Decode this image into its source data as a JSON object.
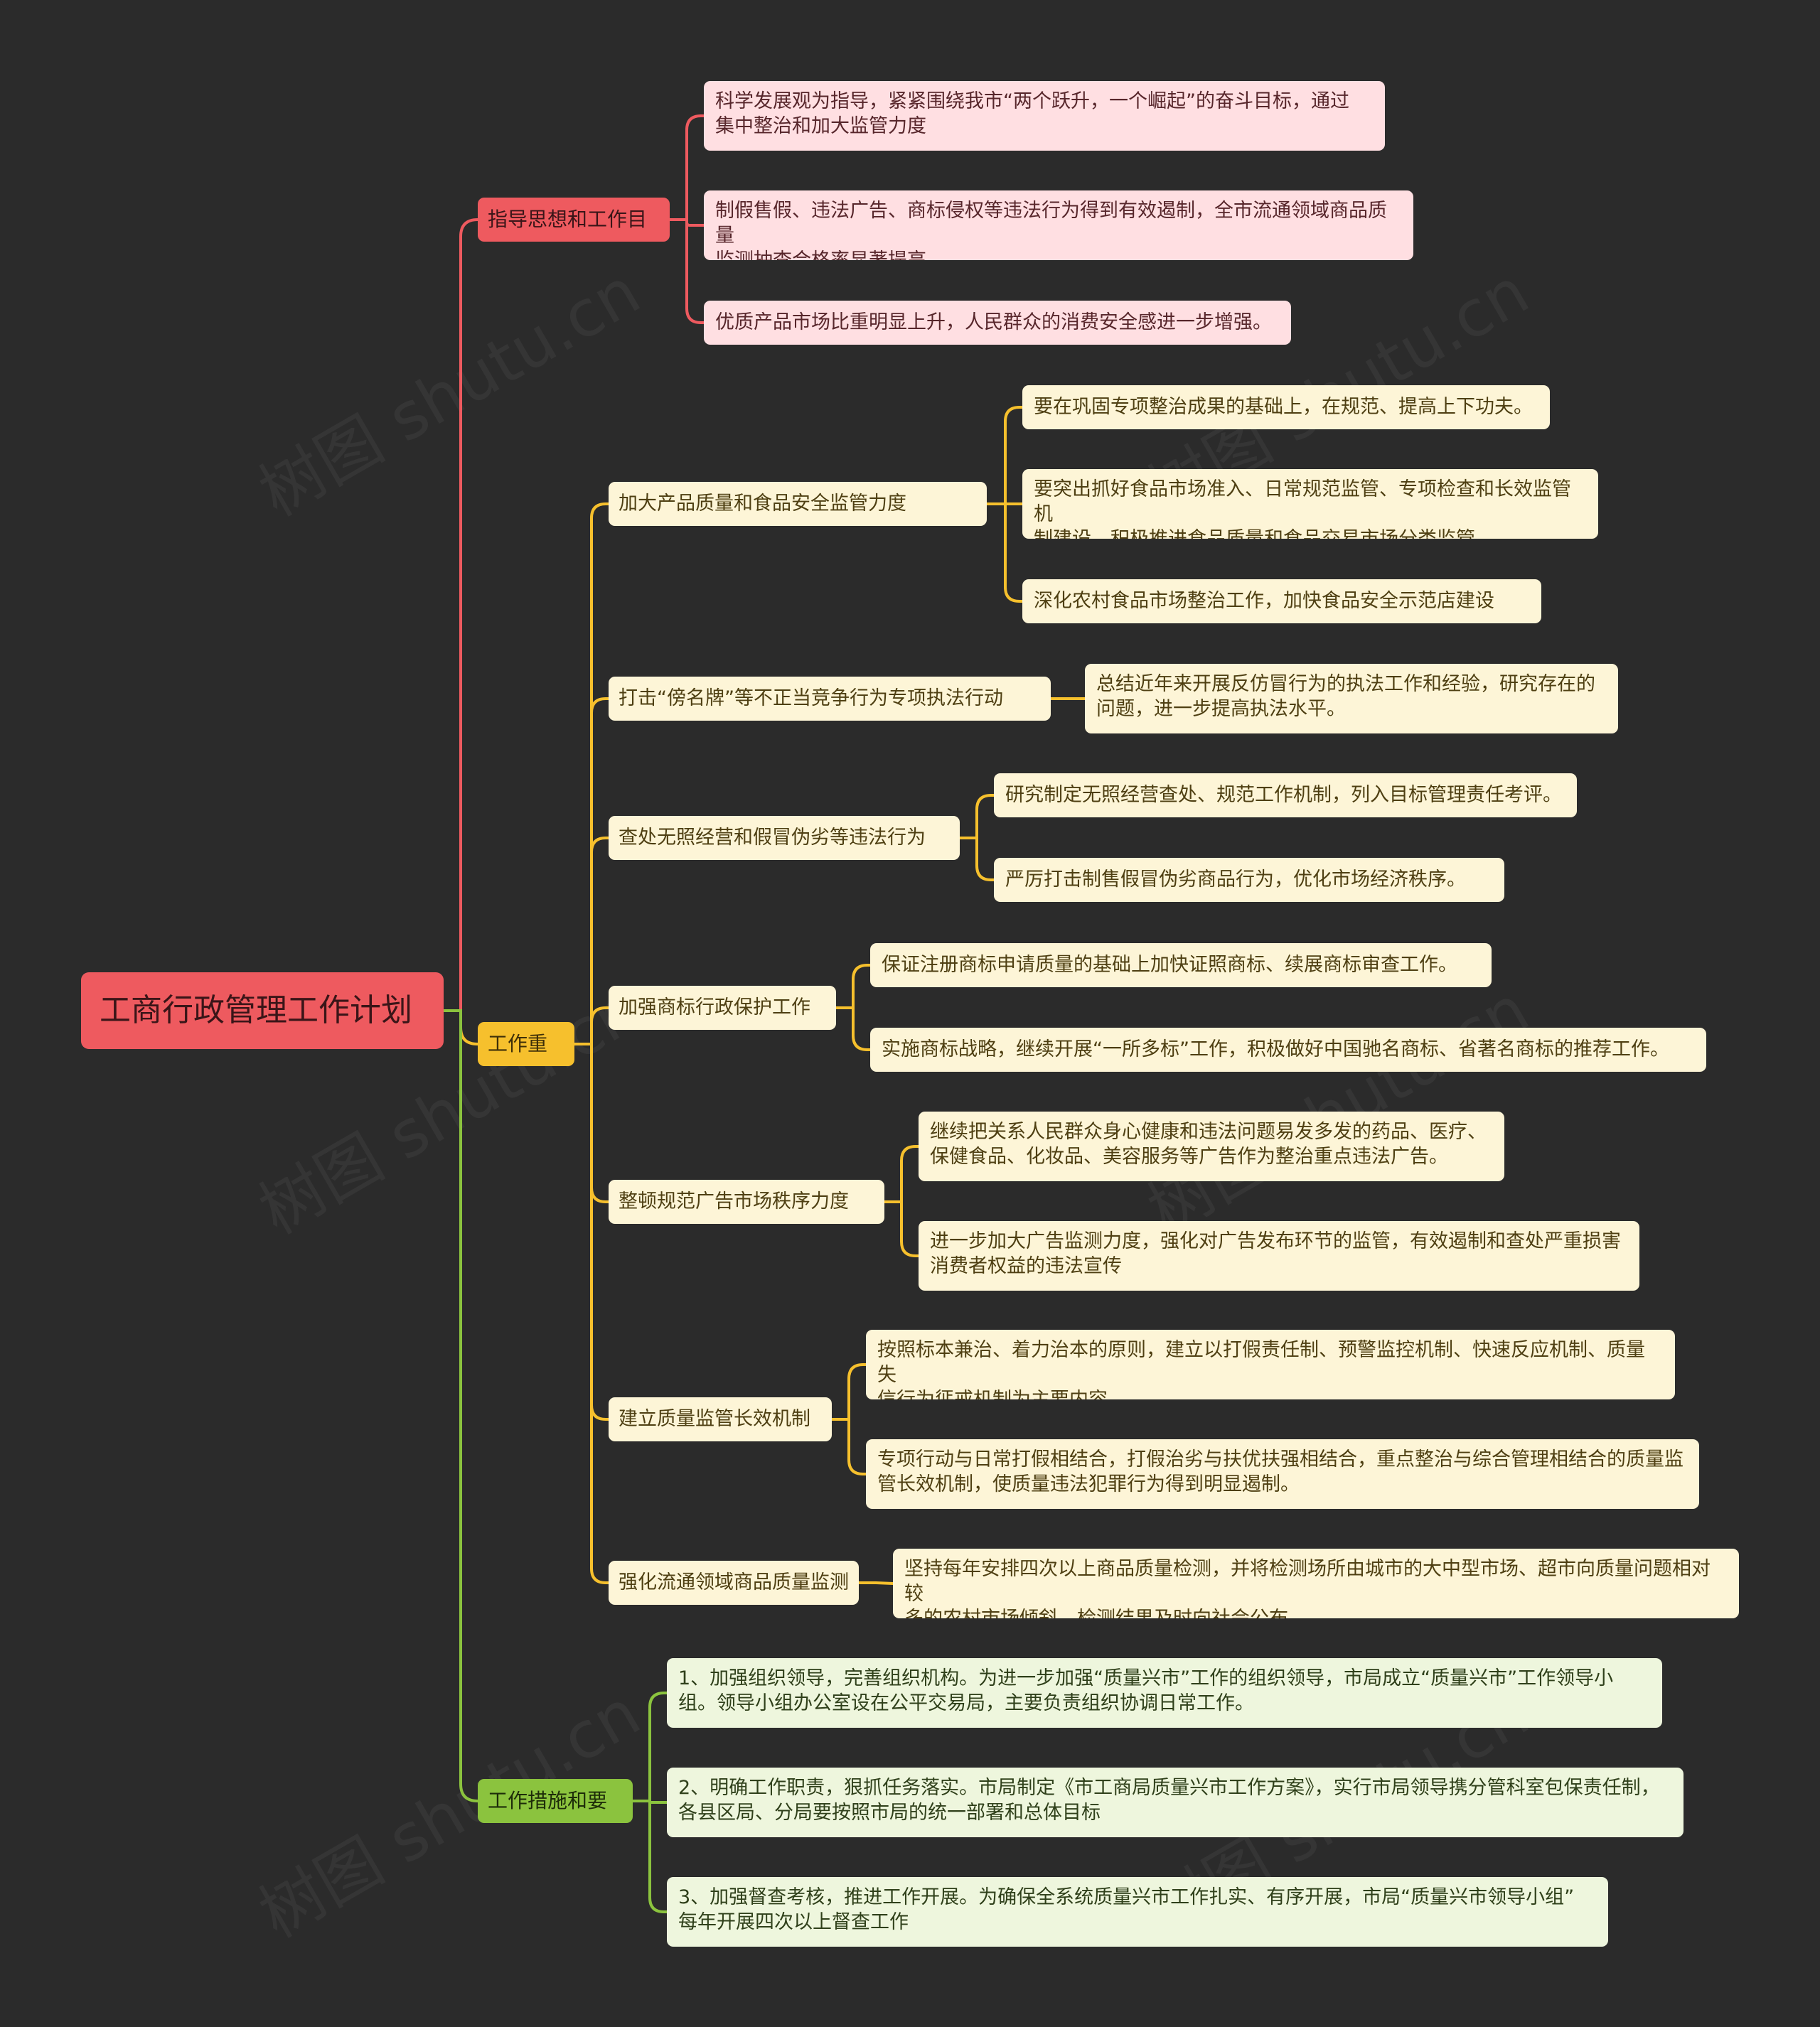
{
  "root": {
    "label": "工商行政管理工作计划"
  },
  "colors": {
    "background": "#2b2b2b",
    "branch_red": "#ee5a5f",
    "branch_yellow": "#f6c02d",
    "branch_green": "#8bc33e",
    "leaf_pink": "#ffdfe2",
    "leaf_cream": "#fdf5d7",
    "leaf_mint": "#eef6dd"
  },
  "branches": [
    {
      "label": "指导思想和工作目标",
      "children": [
        {
          "label": "科学发展观为指导，紧紧围绕我市“两个跃升，一个崛起”的奋斗目标，通过\n集中整治和加大监管力度"
        },
        {
          "label": "制假售假、违法广告、商标侵权等违法行为得到有效遏制，全市流通领域商品质量\n监测抽查合格率显著提高"
        },
        {
          "label": "优质产品市场比重明显上升，人民群众的消费安全感进一步增强。"
        }
      ]
    },
    {
      "label": "工作重点",
      "children": [
        {
          "label": "加大产品质量和食品安全监管力度",
          "children": [
            {
              "label": "要在巩固专项整治成果的基础上，在规范、提高上下功夫。"
            },
            {
              "label": "要突出抓好食品市场准入、日常规范监管、专项检查和长效监管机\n制建设，积极推进食品质量和食品交易市场分类监管"
            },
            {
              "label": "深化农村食品市场整治工作，加快食品安全示范店建设"
            }
          ]
        },
        {
          "label": "打击“傍名牌”等不正当竞争行为专项执法行动",
          "children": [
            {
              "label": "总结近年来开展反仿冒行为的执法工作和经验，研究存在的\n问题，进一步提高执法水平。"
            }
          ]
        },
        {
          "label": "查处无照经营和假冒伪劣等违法行为",
          "children": [
            {
              "label": "研究制定无照经营查处、规范工作机制，列入目标管理责任考评。"
            },
            {
              "label": "严厉打击制售假冒伪劣商品行为，优化市场经济秩序。"
            }
          ]
        },
        {
          "label": "加强商标行政保护工作",
          "children": [
            {
              "label": "保证注册商标申请质量的基础上加快证照商标、续展商标审查工作。"
            },
            {
              "label": "实施商标战略，继续开展“一所多标”工作，积极做好中国驰名商标、省著名商标的推荐工作。"
            }
          ]
        },
        {
          "label": "整顿规范广告市场秩序力度",
          "children": [
            {
              "label": "继续把关系人民群众身心健康和违法问题易发多发的药品、医疗、\n保健食品、化妆品、美容服务等广告作为整治重点违法广告。"
            },
            {
              "label": "进一步加大广告监测力度，强化对广告发布环节的监管，有效遏制和查处严重损害\n消费者权益的违法宣传"
            }
          ]
        },
        {
          "label": "建立质量监管长效机制",
          "children": [
            {
              "label": "按照标本兼治、着力治本的原则，建立以打假责任制、预警监控机制、快速反应机制、质量失\n信行为惩戒机制为主要内容"
            },
            {
              "label": "专项行动与日常打假相结合，打假治劣与扶优扶强相结合，重点整治与综合管理相结合的质量监\n管长效机制，使质量违法犯罪行为得到明显遏制。"
            }
          ]
        },
        {
          "label": "强化流通领域商品质量监测",
          "children": [
            {
              "label": "坚持每年安排四次以上商品质量检测，并将检测场所由城市的大中型市场、超市向质量问题相对较\n多的农村市场倾斜，检测结果及时向社会公布"
            }
          ]
        }
      ]
    },
    {
      "label": "工作措施和要求",
      "children": [
        {
          "label": "1、加强组织领导，完善组织机构。为进一步加强“质量兴市”工作的组织领导，市局成立“质量兴市”工作领导小\n组。领导小组办公室设在公平交易局，主要负责组织协调日常工作。"
        },
        {
          "label": "2、明确工作职责，狠抓任务落实。市局制定《市工商局质量兴市工作方案》，实行市局领导携分管科室包保责任制，\n各县区局、分局要按照市局的统一部署和总体目标"
        },
        {
          "label": "3、加强督查考核，推进工作开展。为确保全系统质量兴市工作扎实、有序开展，市局“质量兴市领导小组”\n每年开展四次以上督查工作"
        }
      ]
    }
  ]
}
